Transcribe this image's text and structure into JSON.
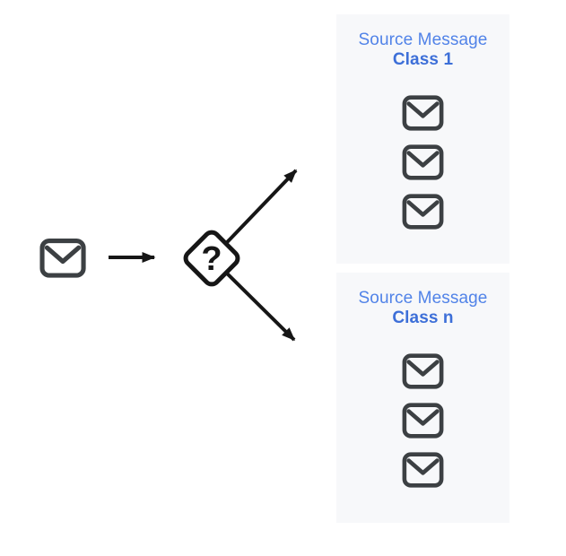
{
  "colors": {
    "panel_bg": "#F7F8FA",
    "title_blue": "#5183E8",
    "class_blue": "#3D6FD8",
    "envelope_gray": "#3C4043",
    "ink": "#161616"
  },
  "source": {
    "icon": "envelope-icon"
  },
  "decision": {
    "label": "?",
    "icon": "question-diamond-icon"
  },
  "panels": [
    {
      "title_line1": "Source Message",
      "title_line2": "Class 1",
      "envelope_count": 3
    },
    {
      "title_line1": "Source Message",
      "title_line2": "Class n",
      "envelope_count": 3
    }
  ]
}
